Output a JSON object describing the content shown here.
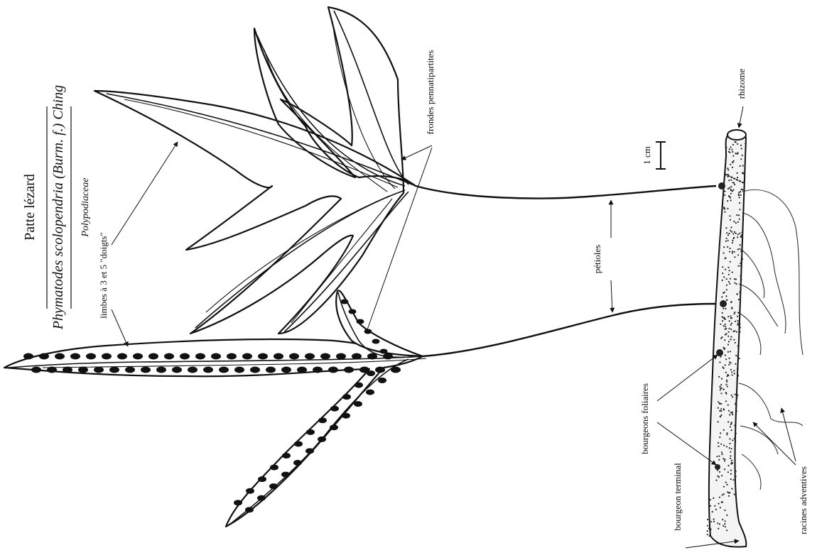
{
  "diagram": {
    "title": "Patte lézard",
    "scientific_name": "Phymatodes scolopendria (Burm. f.) Ching",
    "family": "Polypodiaceae",
    "labels": {
      "limbes": "limbes à 3 et 5 \"doigts\"",
      "frondes": "frondes pennatipartites",
      "petioles": "pétioles",
      "scale": "1 cm",
      "rhizome": "rhizome",
      "bourgeons_foliaires": "bourgeons foliaires",
      "bourgeon_terminal": "bourgeon terminal",
      "racines": "racines adventives"
    }
  }
}
